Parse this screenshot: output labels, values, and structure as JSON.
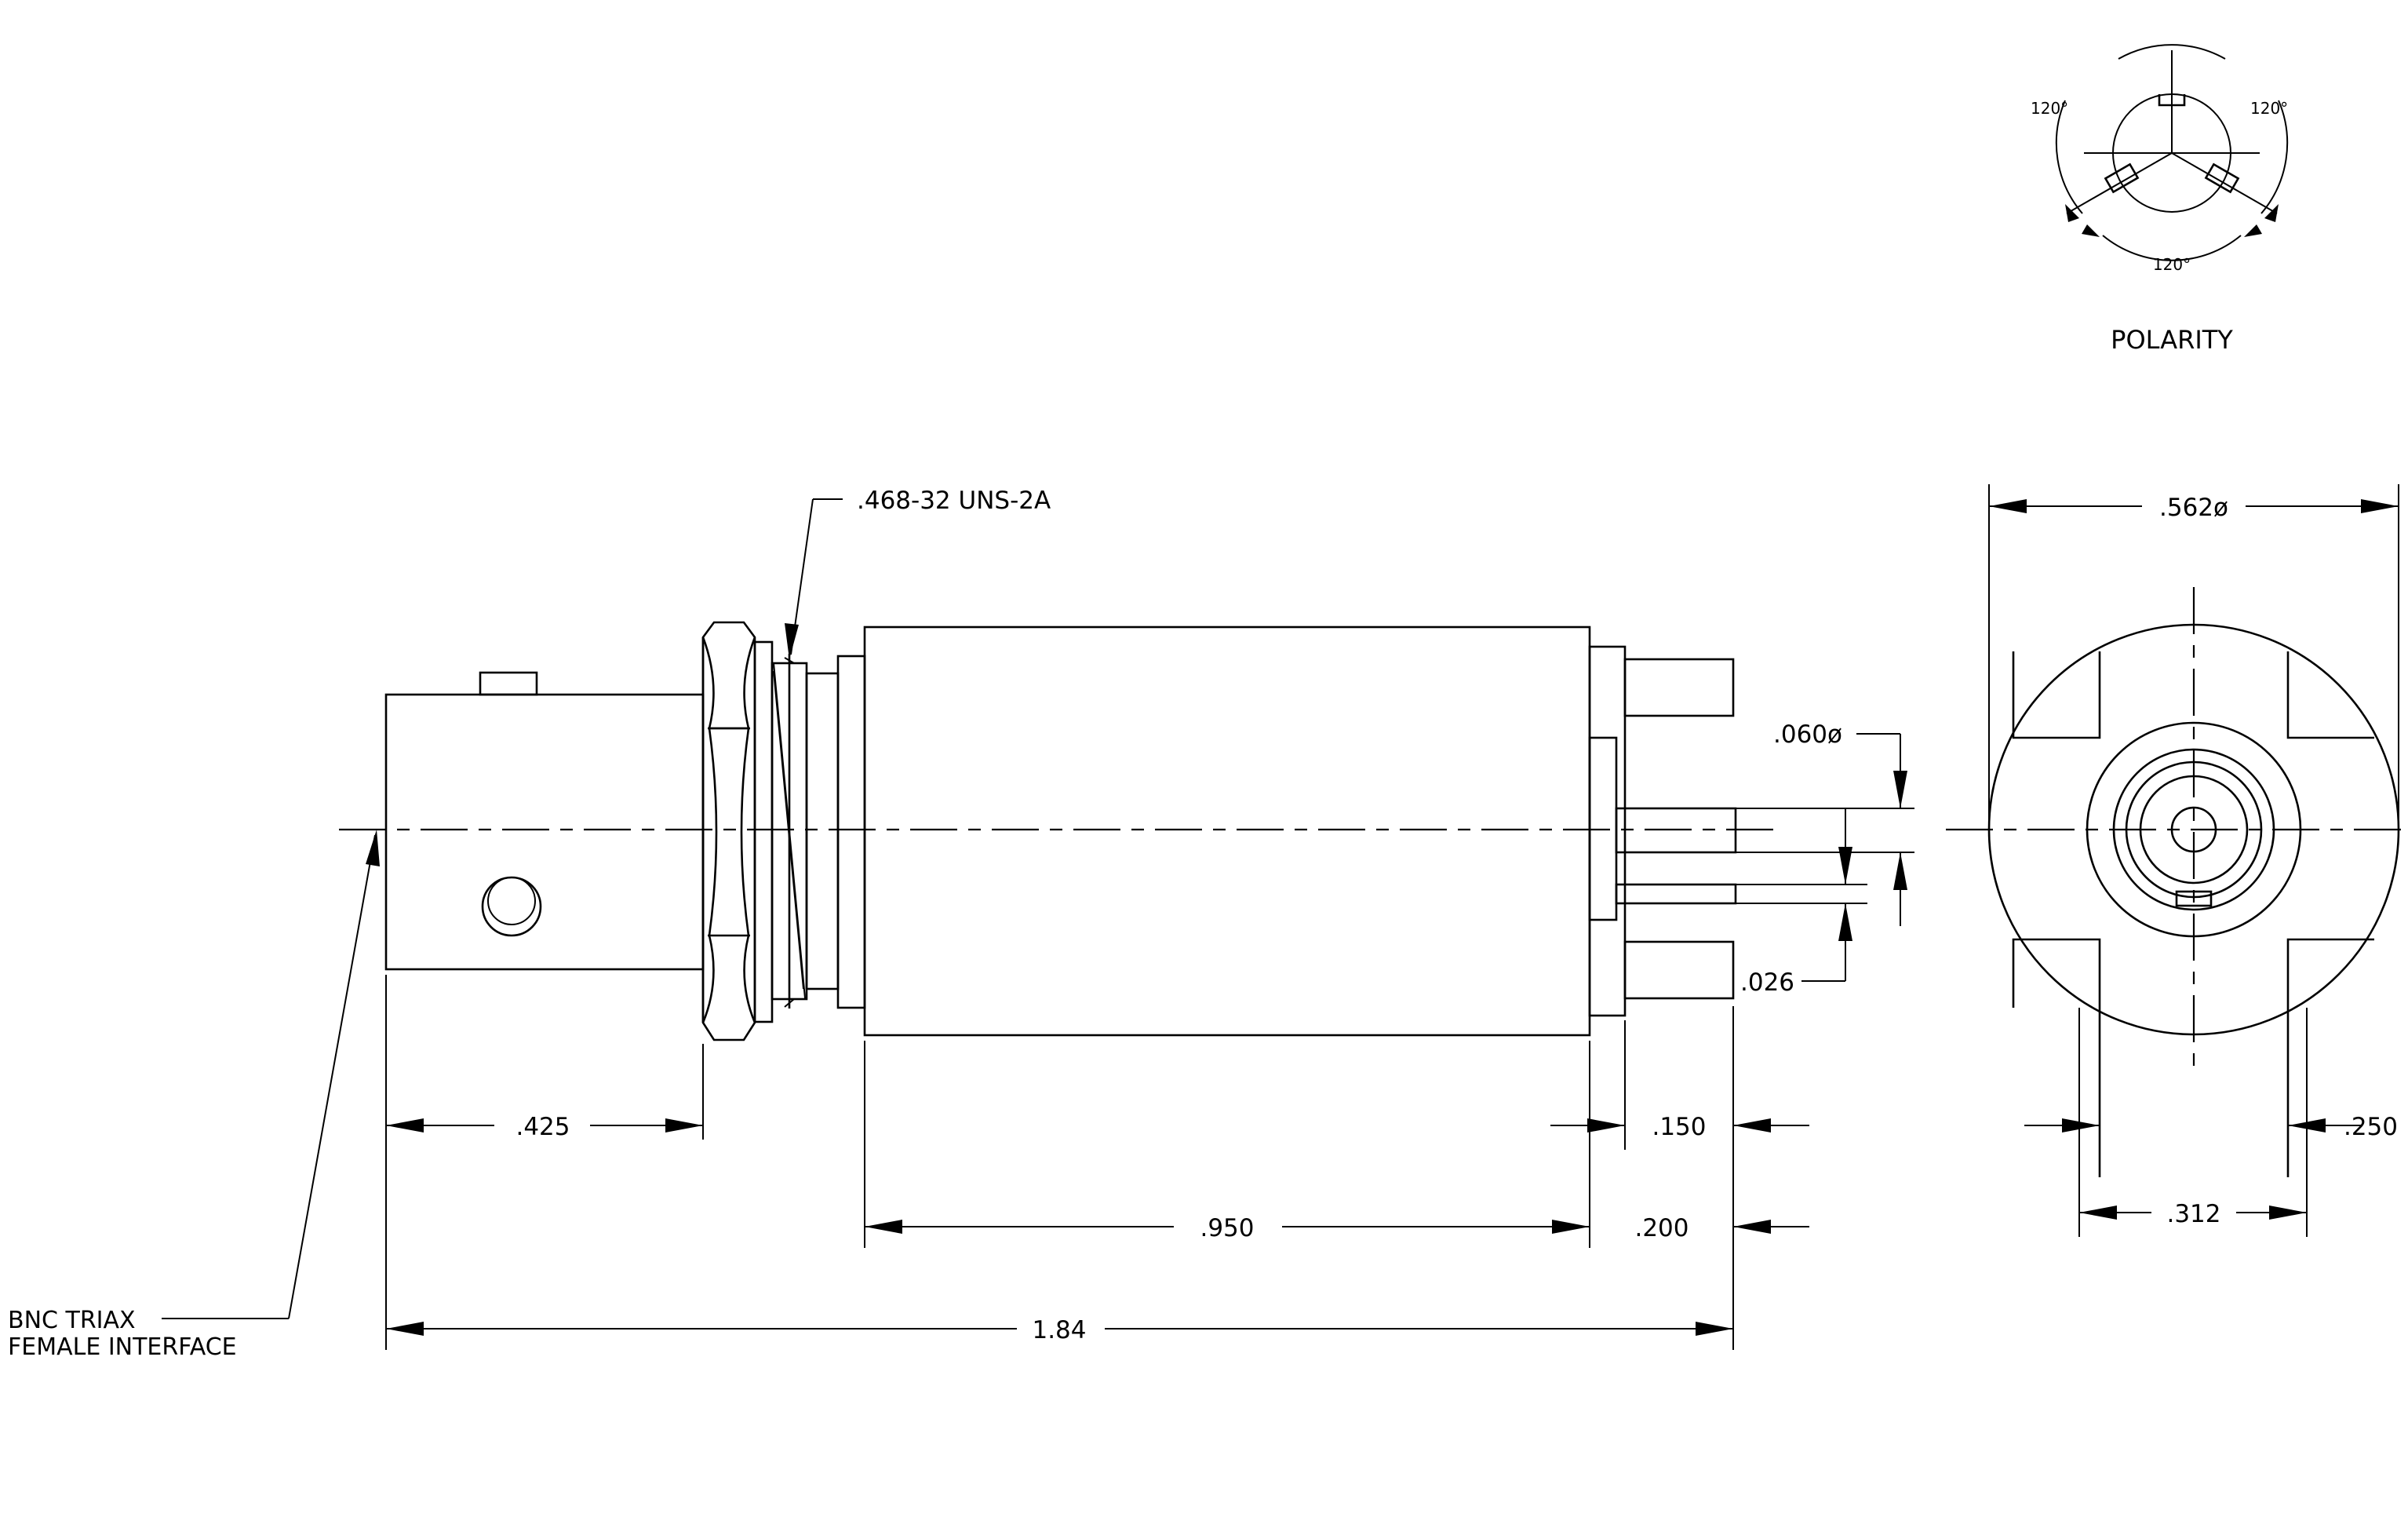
{
  "labels": {
    "polarity_title": "POLARITY",
    "angle_left": "120°",
    "angle_right": "120°",
    "angle_bottom": "120°",
    "thread_spec": ".468-32 UNS-2A",
    "interface_line1": "BNC TRIAX",
    "interface_line2": "FEMALE INTERFACE"
  },
  "dimensions": {
    "face_diameter": ".562ø",
    "pin_diameter": ".060ø",
    "pin_spacing": ".026",
    "front_length": ".425",
    "body_length": ".950",
    "overall_length": "1.84",
    "rear_step": ".150",
    "pin_length": ".200",
    "leg_spacing": ".312",
    "leg_width": ".250"
  }
}
